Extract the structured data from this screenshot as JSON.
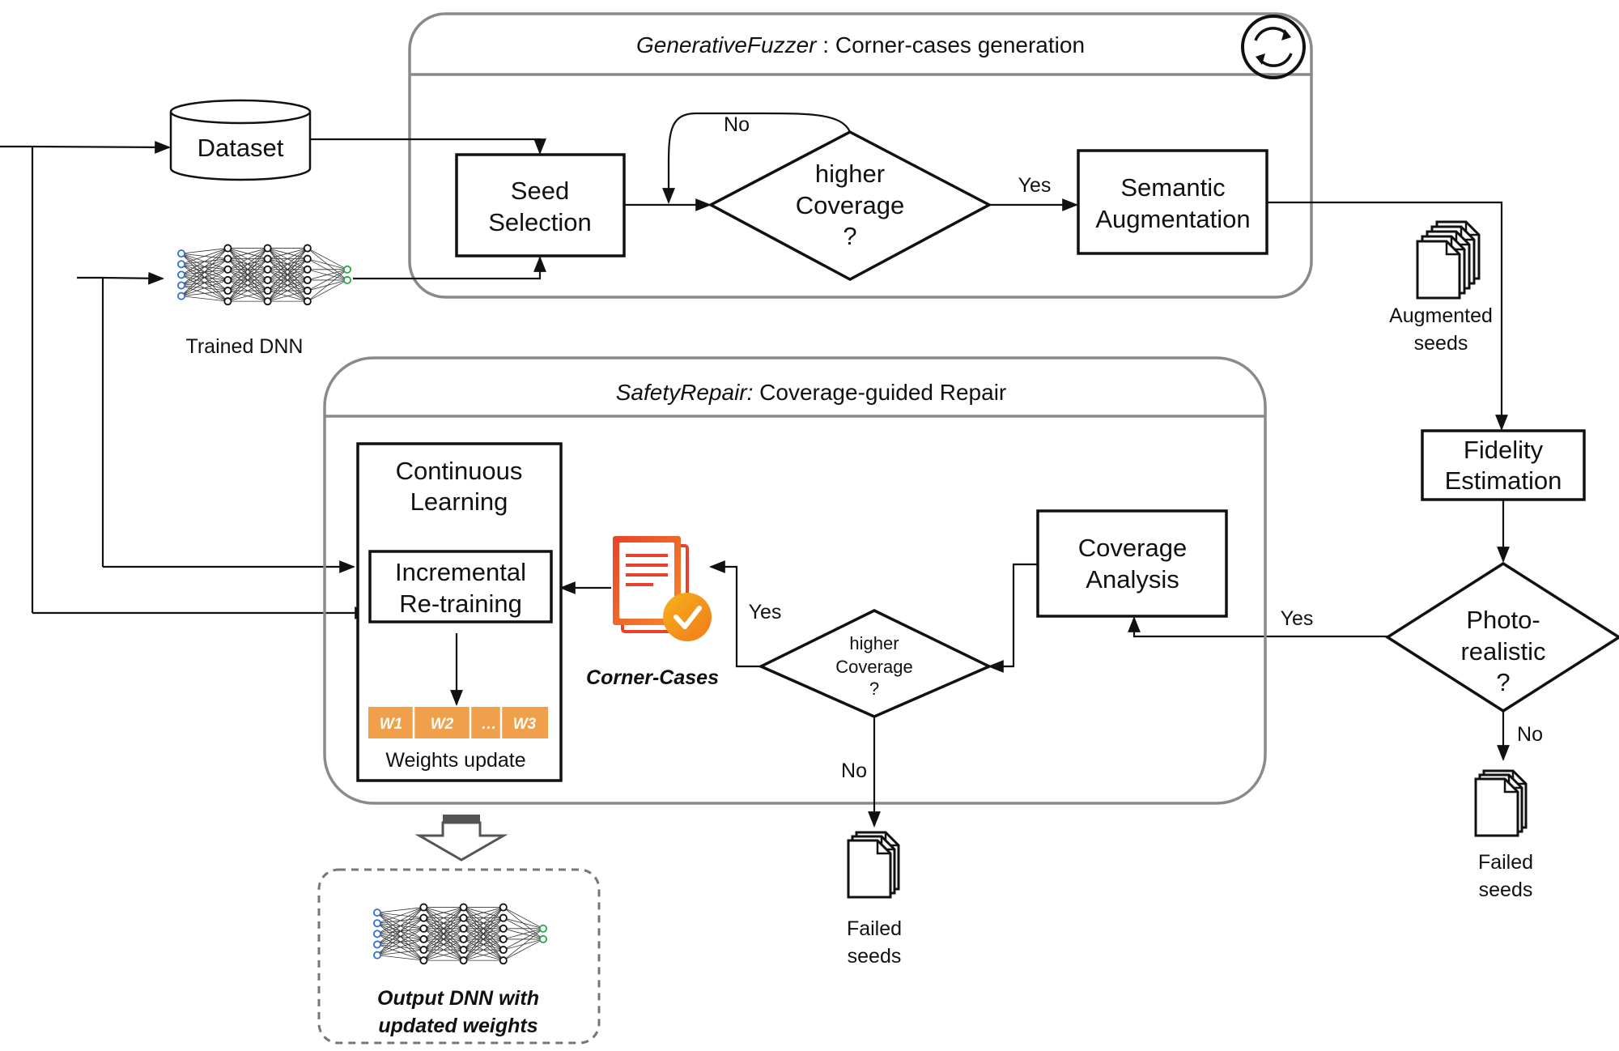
{
  "fuzzer": {
    "title_italic": "GenerativeFuzzer",
    "title_rest": " : Corner-cases generation",
    "seed_selection": [
      "Seed",
      "Selection"
    ],
    "decision": [
      "higher",
      "Coverage",
      "?"
    ],
    "no_label": "No",
    "yes_label": "Yes",
    "semantic_augmentation": [
      "Semantic",
      "Augmentation"
    ]
  },
  "inputs": {
    "dataset": "Dataset",
    "trained_dnn": "Trained DNN"
  },
  "augmented_seeds": [
    "Augmented",
    "seeds"
  ],
  "fidelity": {
    "box": [
      "Fidelity",
      "Estimation"
    ],
    "decision": [
      "Photo-",
      "realistic",
      "?"
    ],
    "yes_label": "Yes",
    "no_label": "No",
    "failed": [
      "Failed",
      "seeds"
    ]
  },
  "repair": {
    "title_italic": "SafetyRepair:",
    "title_rest": " Coverage-guided Repair",
    "continuous_learning": [
      "Continuous",
      "Learning"
    ],
    "incremental": [
      "Incremental",
      "Re-training"
    ],
    "weights": [
      "W1",
      "W2",
      "…",
      "W3"
    ],
    "weights_update": "Weights update",
    "corner_cases": "Corner-Cases",
    "coverage_analysis": [
      "Coverage",
      "Analysis"
    ],
    "decision": [
      "higher",
      "Coverage",
      "?"
    ],
    "yes_label": "Yes",
    "no_label": "No",
    "failed": [
      "Failed",
      "seeds"
    ]
  },
  "output": [
    "Output DNN with",
    "updated weights"
  ],
  "colors": {
    "panel_border": "#8a8a8a",
    "weights_fill": "#f0a04b",
    "corner_case_red": "#e8432a",
    "corner_case_orange": "#f6a21a",
    "dnn_input_node": "#2f6fd0",
    "dnn_output_node": "#2aa84a"
  }
}
